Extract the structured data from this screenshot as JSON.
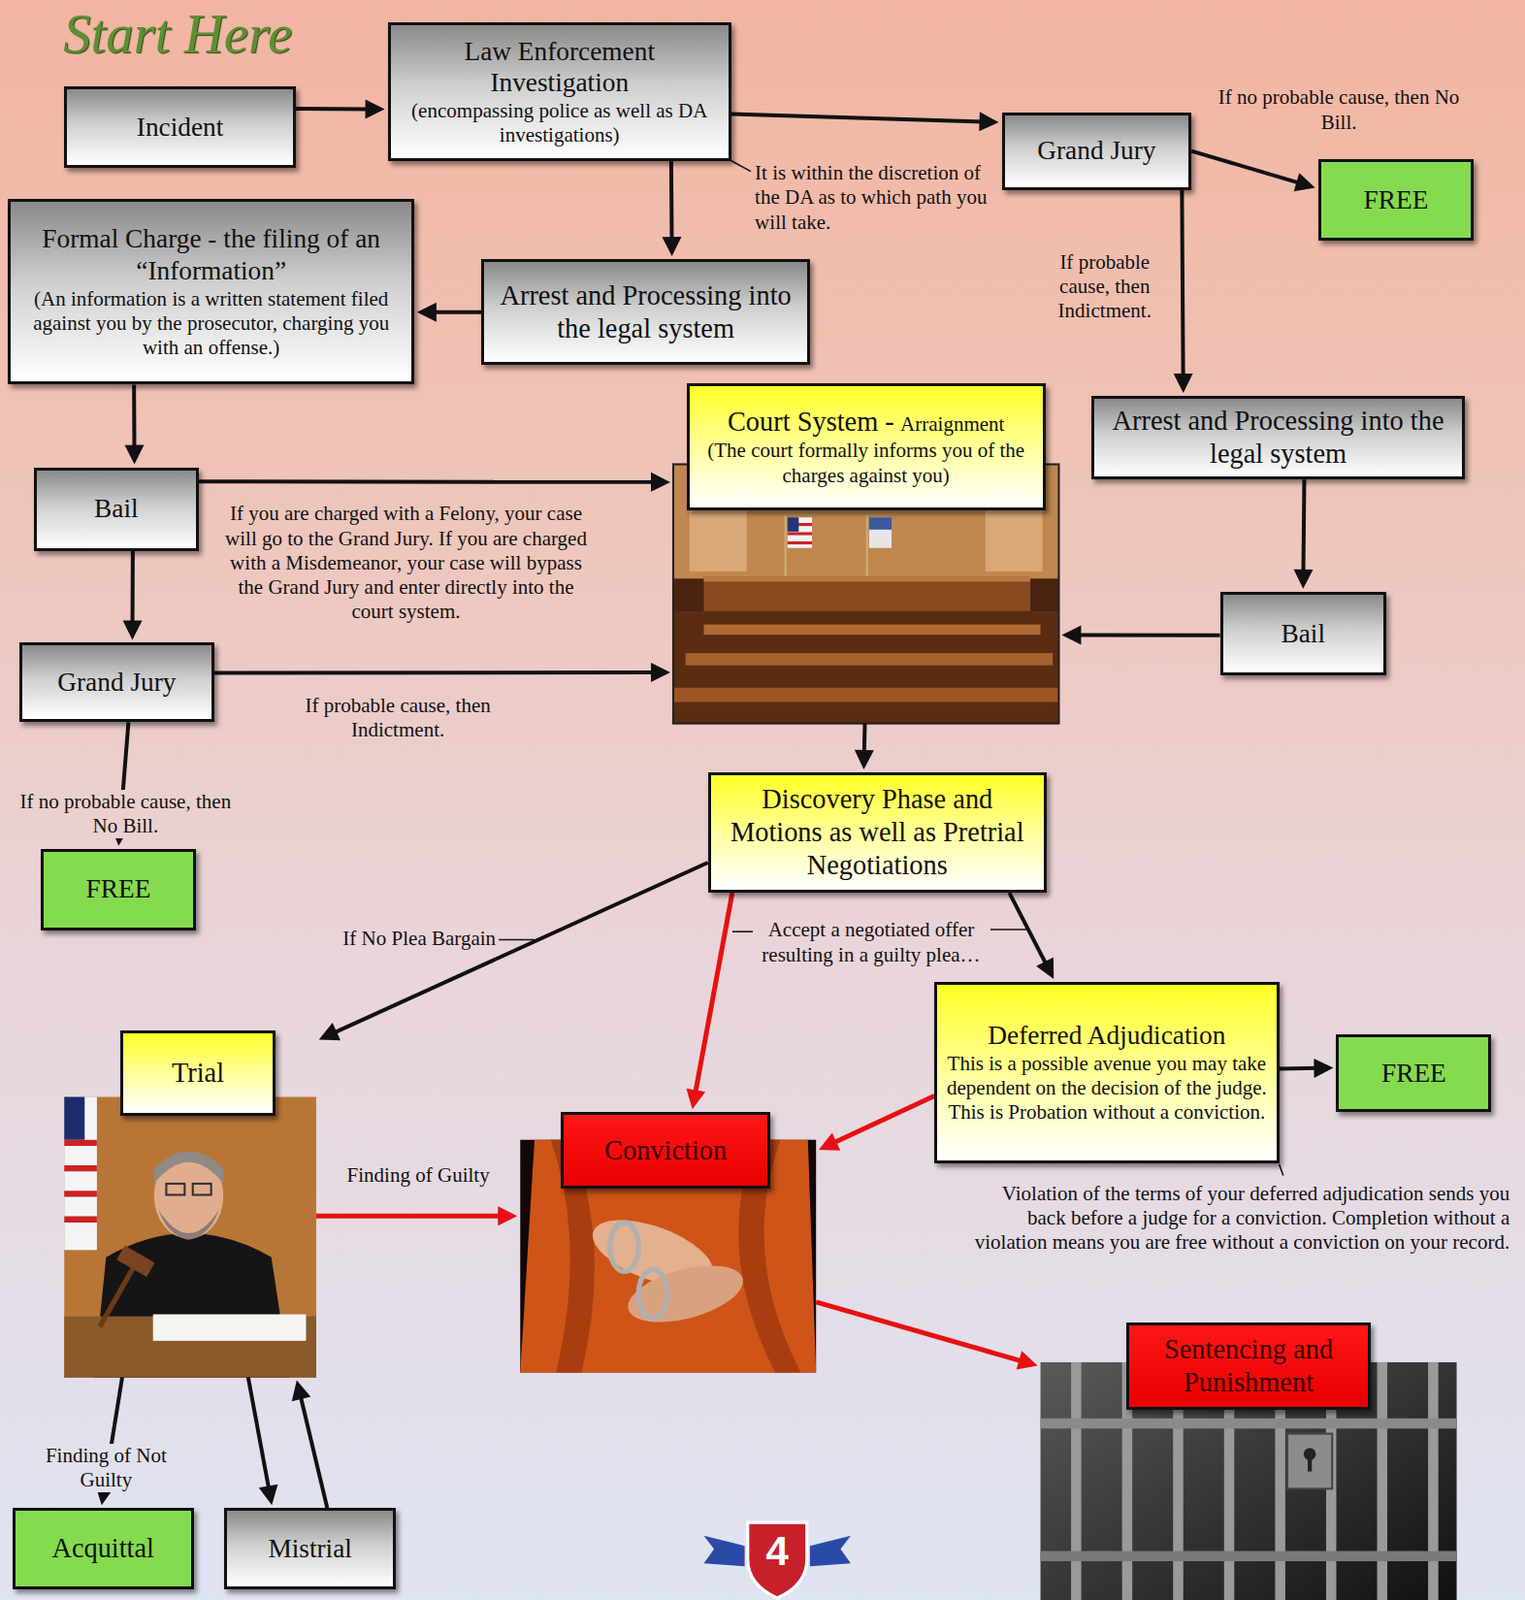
{
  "diagram": {
    "nodes": [
      {
        "text": [
          "Incident"
        ]
      },
      {
        "text": [
          "Law Enforcement Investigation",
          "(encompassing police as well as DA investigations)"
        ]
      },
      {
        "text": [
          "Grand Jury"
        ]
      },
      {
        "text": [
          "FREE"
        ]
      },
      {
        "text": [
          "Formal Charge - the filing of an “Information”",
          "(An information is a written statement filed against you by the prosecutor, charging you with an offense.)"
        ]
      },
      {
        "text": [
          "Arrest and Processing into the legal system"
        ]
      },
      {
        "text": [
          "Court System -",
          "Arraignment",
          "(The court formally informs you of the charges against you)"
        ]
      },
      {
        "text": [
          "Arrest and Processing into the legal system"
        ]
      },
      {
        "text": [
          "Bail"
        ]
      },
      {
        "text": [
          "Bail"
        ]
      },
      {
        "text": [
          "Grand Jury"
        ]
      },
      {
        "text": [
          "Discovery Phase and Motions as well as Pretrial Negotiations"
        ]
      },
      {
        "text": [
          "FREE"
        ]
      },
      {
        "text": [
          "Trial"
        ]
      },
      {
        "text": [
          "Deferred Adjudication",
          "This is a possible avenue you may take dependent on the decision of the judge. This is Probation without a conviction."
        ]
      },
      {
        "text": [
          "FREE"
        ]
      },
      {
        "text": [
          "Conviction"
        ]
      },
      {
        "text": [
          "Sentencing and Punishment"
        ]
      },
      {
        "text": [
          "Acquittal"
        ]
      },
      {
        "text": [
          "Mistrial"
        ]
      }
    ],
    "edges": [
      {
        "from": 0,
        "to": 1,
        "arrow": "to"
      },
      {
        "from": 1,
        "to": 2,
        "arrow": "to"
      },
      {
        "from": 1,
        "to": 5,
        "arrow": "to"
      },
      {
        "from": 2,
        "to": 3,
        "label": "If no probable cause, then No Bill.",
        "arrow": "to"
      },
      {
        "from": 2,
        "to": 7,
        "label": "If probable cause, then Indictment.",
        "arrow": "to"
      },
      {
        "from": 5,
        "to": 4,
        "arrow": "to"
      },
      {
        "from": 4,
        "to": 8,
        "arrow": "to"
      },
      {
        "from": 8,
        "to": 6,
        "arrow": "to"
      },
      {
        "from": 8,
        "to": 10,
        "arrow": "to"
      },
      {
        "from": 10,
        "to": 6,
        "label": "If probable cause, then Indictment.",
        "arrow": "to"
      },
      {
        "from": 10,
        "to": 12,
        "label": "If no probable cause, then No Bill.",
        "arrow": "to"
      },
      {
        "from": 7,
        "to": 9,
        "arrow": "to"
      },
      {
        "from": 9,
        "to": 6,
        "arrow": "to"
      },
      {
        "from": 6,
        "to": 11,
        "arrow": "to"
      },
      {
        "from": 11,
        "to": 13,
        "label": "If No Plea Bargain",
        "arrow": "to"
      },
      {
        "from": 11,
        "to": 16,
        "label": "Accept a negotiated offer resulting in a guilty plea…",
        "arrow": "to"
      },
      {
        "from": 11,
        "to": 14,
        "arrow": "to"
      },
      {
        "from": 14,
        "to": 15,
        "arrow": "to"
      },
      {
        "from": 14,
        "to": 16,
        "arrow": "to"
      },
      {
        "from": 13,
        "to": 16,
        "label": "Finding of Guilty",
        "arrow": "to"
      },
      {
        "from": 16,
        "to": 17,
        "arrow": "to"
      },
      {
        "from": 13,
        "to": 18,
        "label": "Finding of Not Guilty",
        "arrow": "to"
      },
      {
        "from": 13,
        "to": 19,
        "arrow": "to"
      },
      {
        "from": 19,
        "to": 13,
        "arrow": "to"
      }
    ],
    "labels": [
      "Start Here",
      "It is within the discretion of the DA as to which path you will take.",
      "If you are charged with a Felony, your case will go to the Grand Jury. If you are charged with a Misdemeanor, your case will bypass the Grand Jury and enter directly into the court system.",
      "Violation of the terms of your deferred adjudication sends you back before a judge for a conviction. Completion without a violation means you are free without a conviction on your record.",
      "4"
    ]
  }
}
